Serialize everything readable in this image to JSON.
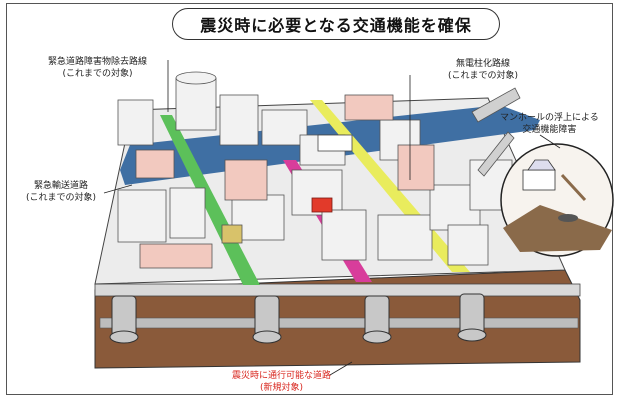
{
  "title": "震災時に必要となる交通機能を確保",
  "callouts": {
    "obstruction": {
      "line1": "緊急道路障害物除去路線",
      "line2": "(これまでの対象)"
    },
    "no_pole": {
      "line1": "無電柱化路線",
      "line2": "(これまでの対象)"
    },
    "manhole": {
      "line1": "マンホールの浮上による",
      "line2": "交通機能障害"
    },
    "transport": {
      "line1": "緊急輸送道路",
      "line2": "(これまでの対象)"
    },
    "passable": {
      "line1": "震災時に通行可能な道路",
      "line2": "(新規対象)"
    }
  },
  "road_colors": {
    "transport_blue": "#3f6fa3",
    "obstruction_green": "#5cc05a",
    "no_pole_yellow": "#e9ec5d",
    "new_magenta": "#d83d9b",
    "soil_brown": "#8a5a3a",
    "callout_red": "#d8261e"
  }
}
